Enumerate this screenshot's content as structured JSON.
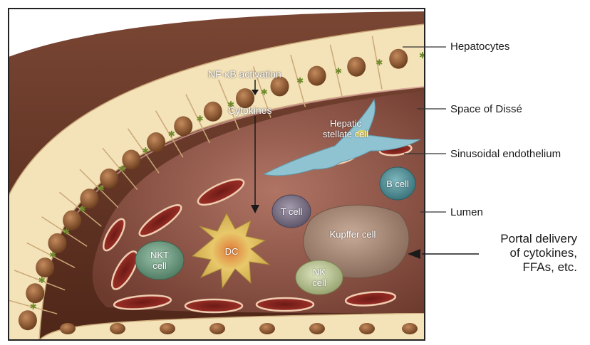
{
  "labels": {
    "hepatocytes": "Hepatocytes",
    "space_of_disse": "Space of Dissé",
    "sinusoidal_endothelium": "Sinusoidal endothelium",
    "lumen": "Lumen",
    "portal_line1": "Portal delivery",
    "portal_line2": "of cytokines,",
    "portal_line3": "FFAs, etc."
  },
  "inset": {
    "nfkb": "NF-κB activation",
    "cytokines": "Cytokines"
  },
  "cells": {
    "hsc_line1": "Hepatic",
    "hsc_line2": "stellate cell",
    "b_cell": "B cell",
    "t_cell": "T cell",
    "kupffer": "Kupffer cell",
    "nkt_line1": "NKT",
    "nkt_line2": "cell",
    "dc": "DC",
    "nk_line1": "NK",
    "nk_line2": "cell"
  },
  "colors": {
    "hepatocyte": "#f4e2b8",
    "nucleus": "#8b5a34",
    "tissue": "#6b3a28",
    "sinusoid": "#8a4a3c",
    "rbc": "#9c2e26",
    "stellate": "#8fc3d1",
    "dc": "#e8c86a",
    "kupffer": "#a88a78",
    "t_cell": "#7a7282",
    "b_cell": "#4f8e96",
    "nkt": "#6f9a82",
    "nk": "#b9c49a"
  }
}
